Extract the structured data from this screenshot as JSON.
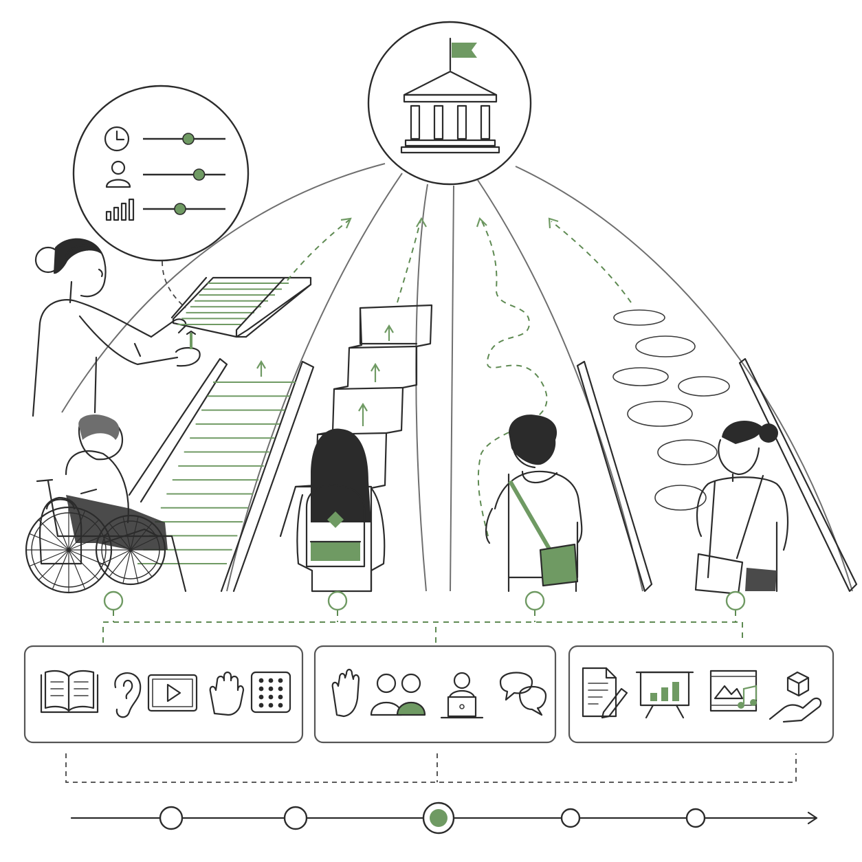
{
  "colors": {
    "ink": "#2b2b2b",
    "accent_green": "#6f9a63",
    "path_grey": "#6e6e6e",
    "background": "#ffffff"
  },
  "goal": {
    "icon": "institution-building-with-flag-icon"
  },
  "settings_bubble": {
    "sliders": [
      {
        "icon": "clock-icon",
        "level": 0.55
      },
      {
        "icon": "person-icon",
        "level": 0.68
      },
      {
        "icon": "bar-chart-icon",
        "level": 0.45
      }
    ]
  },
  "paths": [
    {
      "kind": "ramp",
      "traveler": "wheelchair-user"
    },
    {
      "kind": "stairs",
      "traveler": "student-with-backpack"
    },
    {
      "kind": "winding-trail",
      "traveler": "student-with-shoulder-bag"
    },
    {
      "kind": "stepping-stones",
      "traveler": "student-with-crossbody-bag"
    }
  ],
  "panels": [
    {
      "group": "representation",
      "icons": [
        "open-book-icon",
        "ear-icon",
        "video-play-icon",
        "hand-icon",
        "braille-grid-icon"
      ]
    },
    {
      "group": "engagement",
      "icons": [
        "raised-hand-icon",
        "two-people-icon",
        "laptop-user-icon",
        "chat-bubbles-icon"
      ]
    },
    {
      "group": "expression",
      "icons": [
        "document-pen-icon",
        "presentation-chart-icon",
        "media-music-icon",
        "hand-holding-cube-icon"
      ]
    }
  ],
  "timeline": {
    "stops": 5,
    "active_stop": 3
  }
}
